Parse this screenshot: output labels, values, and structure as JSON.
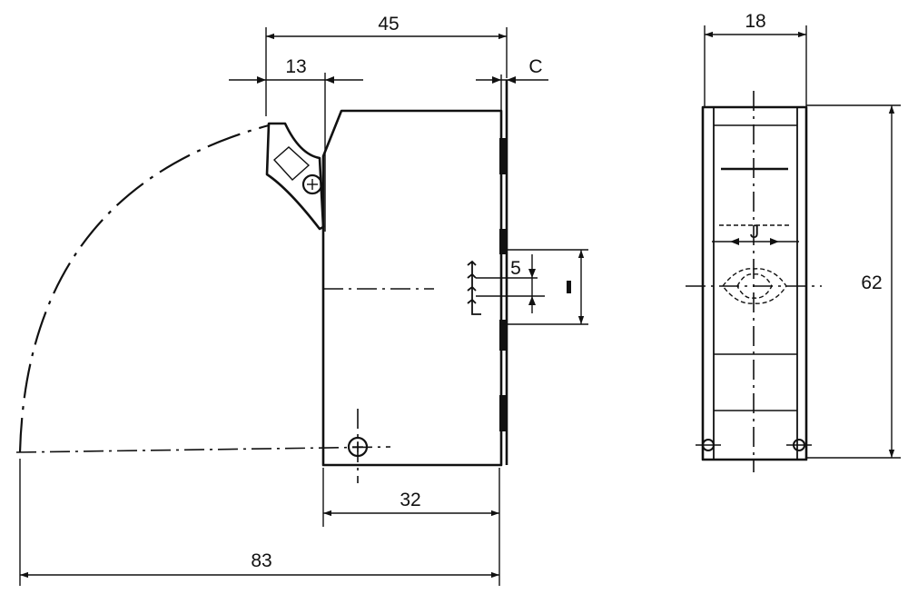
{
  "dimensions": {
    "overall_width": "45",
    "cam_offset": "13",
    "clearance": "C",
    "depth": "18",
    "height": "62",
    "base_width": "32",
    "swing_radius": "83",
    "slot_width": "5",
    "center_label": "J"
  },
  "colors": {
    "ink": "#111111",
    "paper": "#ffffff"
  }
}
